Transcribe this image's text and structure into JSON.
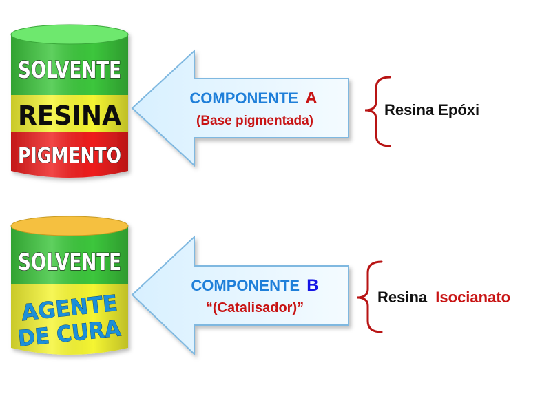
{
  "component_a": {
    "can_layers": [
      "SOLVENTE",
      "RESINA",
      "PIGMENTO"
    ],
    "title": "COMPONENTE",
    "letter": "A",
    "subtitle": "(Base pigmentada)",
    "result": "Resina Epóxi"
  },
  "component_b": {
    "can_layers": [
      "SOLVENTE",
      "AGENTE",
      "DE CURA"
    ],
    "title": "COMPONENTE",
    "letter": "B",
    "subtitle": "“(Catalisador)”",
    "result_prefix": "Resina",
    "result_highlight": "Isocianato"
  },
  "colors": {
    "green": "#3cc63c",
    "yellow": "#f5f532",
    "red": "#ee1e1e",
    "lid_green": "#6ee86e",
    "lid_yellow": "#f5c040",
    "arrow_fill": "#e6f6ff",
    "arrow_stroke": "#7fb8e0",
    "accent_red": "#c81414",
    "accent_blue": "#1f7fd9"
  }
}
